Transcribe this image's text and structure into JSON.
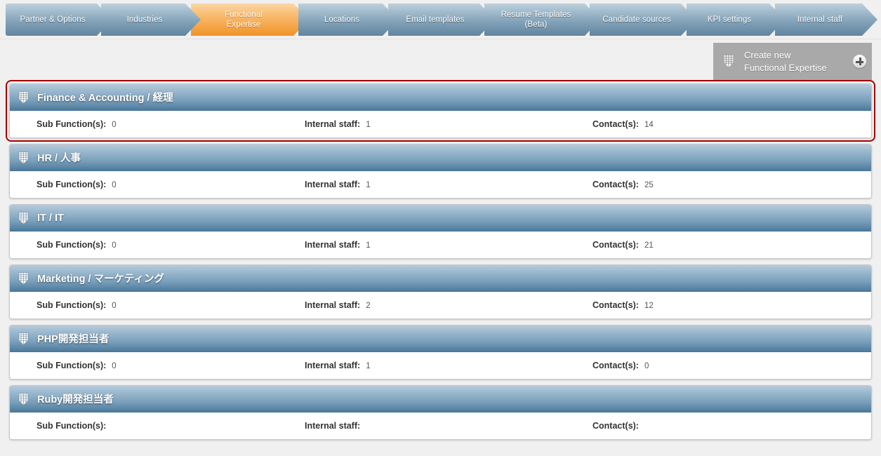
{
  "tabs": [
    {
      "label": "Partner & Options",
      "active": false,
      "name": "tab-partner-options"
    },
    {
      "label": "Industries",
      "active": false,
      "name": "tab-industries"
    },
    {
      "label": "Functional Expertise",
      "active": true,
      "name": "tab-functional-expertise"
    },
    {
      "label": "Locations",
      "active": false,
      "name": "tab-locations"
    },
    {
      "label": "Email templates",
      "active": false,
      "name": "tab-email-templates"
    },
    {
      "label": "Resume Templates (Beta)",
      "active": false,
      "name": "tab-resume-templates"
    },
    {
      "label": "Candidate sources",
      "active": false,
      "name": "tab-candidate-sources"
    },
    {
      "label": "KPI settings",
      "active": false,
      "name": "tab-kpi-settings"
    },
    {
      "label": "Internal staff",
      "active": false,
      "name": "tab-internal-staff"
    }
  ],
  "toolbar": {
    "create_label": "Create new Functional Expertise",
    "create_line1": "Create new",
    "create_line2": "Functional Expertise",
    "icon": "building-grid-icon",
    "plus_icon": "plus-circle-icon"
  },
  "labels": {
    "sub_functions": "Sub Function(s):",
    "internal_staff": "Internal staff:",
    "contacts": "Contact(s):"
  },
  "colors": {
    "accent_orange": "#f5a649",
    "header_blue_top": "#b6cadb",
    "header_blue_bottom": "#4d7a9b",
    "selection_red": "#a40000",
    "page_bg": "#f0f0f0",
    "button_gray": "#a9a9a9"
  },
  "cards": [
    {
      "title": "Finance & Accounting / 経理",
      "selected": true,
      "sub_functions": "0",
      "internal_staff": "1",
      "contacts": "14"
    },
    {
      "title": "HR / 人事",
      "selected": false,
      "sub_functions": "0",
      "internal_staff": "1",
      "contacts": "25"
    },
    {
      "title": "IT / IT",
      "selected": false,
      "sub_functions": "0",
      "internal_staff": "1",
      "contacts": "21"
    },
    {
      "title": "Marketing / マーケティング",
      "selected": false,
      "sub_functions": "0",
      "internal_staff": "2",
      "contacts": "12"
    },
    {
      "title": "PHP開発担当者",
      "selected": false,
      "sub_functions": "0",
      "internal_staff": "1",
      "contacts": "0"
    },
    {
      "title": "Ruby開発担当者",
      "selected": false,
      "sub_functions": "",
      "internal_staff": "",
      "contacts": ""
    }
  ]
}
